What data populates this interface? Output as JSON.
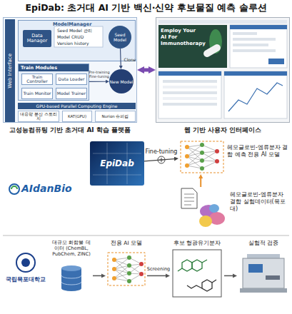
{
  "diagram": {
    "title": "EpiDab: 초거대 AI 기반 백신·신약 후보물질 예측 솔루션",
    "nodes": [
      {
        "text": [
          "고성능컴퓨팅 기반 초거대 AI 학습 플랫폼"
        ]
      },
      {
        "text": [
          "Web Interface"
        ],
        "in": 0
      },
      {
        "text": [
          "ModelManager"
        ],
        "in": 0
      },
      {
        "text": [
          "Data Manager"
        ],
        "in": 2
      },
      {
        "text": [
          "Seed Model"
        ],
        "in": 2
      },
      {
        "text": [
          "Train Modules"
        ],
        "in": 0
      },
      {
        "text": [
          "Train Controller"
        ],
        "in": 5
      },
      {
        "text": [
          "Data Loader"
        ],
        "in": 5
      },
      {
        "text": [
          "Train Monitor"
        ],
        "in": 5
      },
      {
        "text": [
          "Model Trainer"
        ],
        "in": 5
      },
      {
        "text": [
          "New Model"
        ],
        "in": 0
      },
      {
        "text": [
          "GPU-based Parallel Computing Engine"
        ],
        "in": 0
      },
      {
        "text": [
          "대용량 분산 스토리지"
        ],
        "in": 0
      },
      {
        "text": [
          "KAT(GPU)"
        ],
        "in": 0
      },
      {
        "text": [
          "Nurion 슈퍼컴"
        ],
        "in": 0
      },
      {
        "text": [
          "Employ Your AI For Immunotherapy",
          "웹 기반 사용자 인터페이스"
        ]
      },
      {
        "text": [
          "EpiDab"
        ]
      },
      {
        "text": [
          "헤모글로빈-엠류분자 결합 예측 전용 AI 모델"
        ]
      },
      {
        "text": [
          "헤모글로빈-엠류분자 결합 실험데이터(목포대)"
        ]
      },
      {
        "text": [
          "대규모 화합물 데이터 (ChemBL, PubChem, ZINC)"
        ]
      },
      {
        "text": [
          "전용 AI 모델"
        ]
      },
      {
        "text": [
          "후보 형광유기분자"
        ]
      },
      {
        "text": [
          "실험적 검증"
        ]
      }
    ],
    "edges": [
      {
        "from": 4,
        "to": 10,
        "label": "Clone",
        "arrow": "to"
      },
      {
        "from": 5,
        "to": 10,
        "label": "Pre-training Fine-tuning",
        "arrow": "to"
      },
      {
        "from": 0,
        "to": 15,
        "arrow": "both"
      },
      {
        "from": 16,
        "to": 17,
        "label": "Fine-tuning",
        "arrow": "to"
      },
      {
        "from": 18,
        "to": 17,
        "arrow": "to"
      },
      {
        "from": 19,
        "to": 20,
        "arrow": "to"
      },
      {
        "from": 20,
        "to": 21,
        "label": "Screening",
        "arrow": "to"
      },
      {
        "from": 21,
        "to": 22,
        "arrow": "to"
      }
    ],
    "labels": [
      "Seed Model 관리",
      "Model CRUD",
      "Version history",
      "AIdanBio",
      "국립목포대학교"
    ]
  }
}
